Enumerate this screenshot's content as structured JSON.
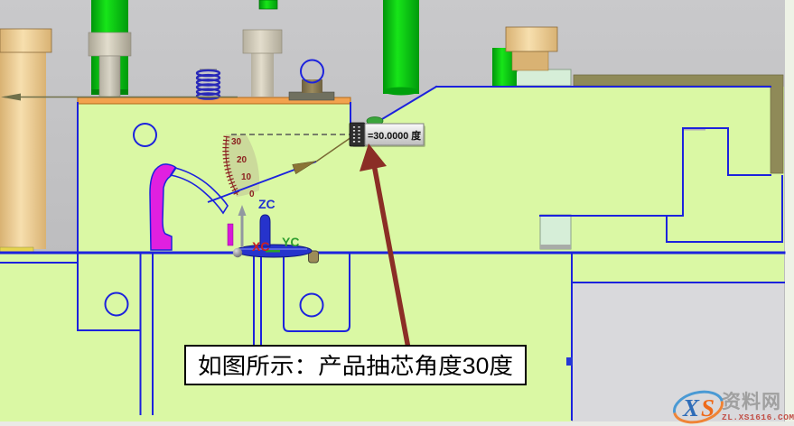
{
  "scene": {
    "caption": "如图所示：产品抽芯角度30度",
    "measurement": {
      "value": "=30.0000 度"
    },
    "angle_scale": {
      "labels": [
        "30",
        "20",
        "10",
        "0"
      ]
    },
    "triad": {
      "zc": "ZC",
      "yc": "YC",
      "xc": "XC"
    },
    "watermark": {
      "logo_x": "X",
      "logo_s": "S",
      "site_name": "资料网",
      "site_url": "ZL.XS1616.COM"
    }
  },
  "colors": {
    "edge-blue": "#1c22dd",
    "plate-green": "#daf8a4",
    "strip-orange": "#f2a24e",
    "khaki": "#8f8a58",
    "mint": "#d6eed8",
    "magenta": "#e020e0",
    "arrow-red": "#8b2e26",
    "scale-red": "#8b1f1f",
    "triad-blue": "#2030d0",
    "triad-green": "#2f9e2f",
    "triad-red": "#cc2020",
    "wm-gray": "#a0a0a0",
    "wm-red": "#c25048",
    "wm-blue": "#2f6db8",
    "wm-orange": "#ee6a1a"
  }
}
